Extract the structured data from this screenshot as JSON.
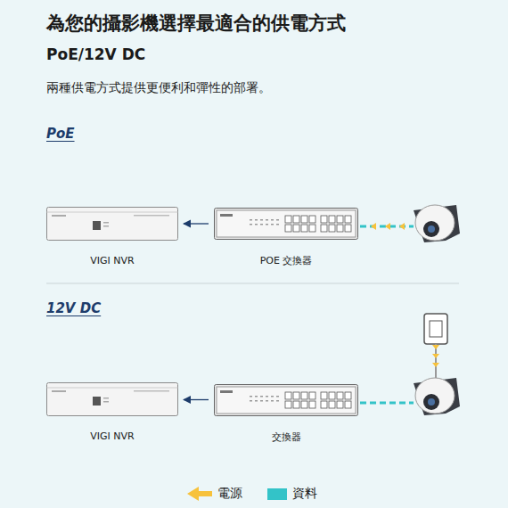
{
  "diagram": {
    "title": "為您的攝影機選擇最適合的供電方式",
    "nodes": [
      {
        "text": [
          "VIGI NVR"
        ]
      },
      {
        "text": [
          "POE 交換器"
        ]
      },
      {
        "text": [
          "VIGI NVR"
        ]
      },
      {
        "text": [
          "交換器"
        ]
      }
    ],
    "edges": [
      {
        "from": 1,
        "to": 0,
        "arrow": "to"
      },
      {
        "from": 3,
        "to": 2,
        "arrow": "to"
      }
    ],
    "labels": [
      "PoE/12V DC",
      "兩種供電方式提供更便利和彈性的部署。",
      "PoE",
      "12V DC"
    ],
    "legend": [
      {
        "text": "電源"
      },
      {
        "text": "資料",
        "color": "#33c3c8"
      }
    ]
  }
}
